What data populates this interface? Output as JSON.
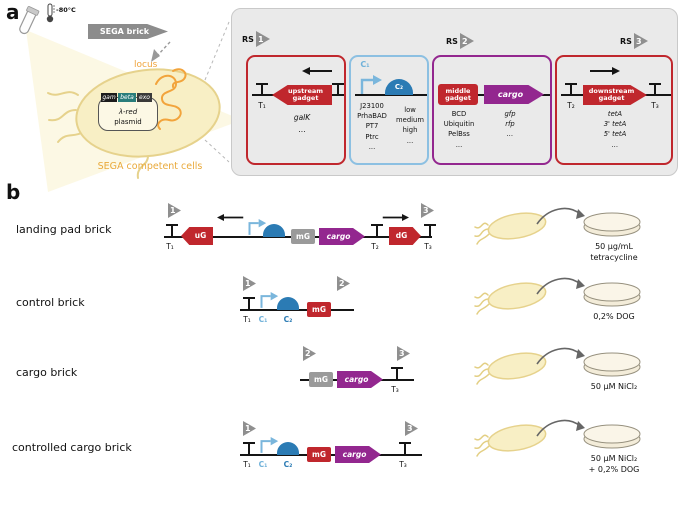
{
  "colors": {
    "red": "#c0272d",
    "purple": "#93278f",
    "blue": "#2b7bb4",
    "light_blue": "#6fb1d9",
    "gray": "#8f8f8f",
    "cell_yellow": "#f8efc5",
    "orange": "#f0a43c"
  },
  "panel_a": {
    "label": "a",
    "temp": "-80°C",
    "brick_label": "SEGA brick",
    "cell": {
      "locus": "locus",
      "genes": [
        "gam",
        "beta",
        "exo"
      ],
      "plasmid_line1": "λ-red",
      "plasmid_line2": "plasmid",
      "caption": "SEGA competent cells"
    },
    "rs": [
      {
        "prefix": "RS",
        "num": "1"
      },
      {
        "prefix": "RS",
        "num": "2"
      },
      {
        "prefix": "RS",
        "num": "3"
      }
    ],
    "upstream": {
      "t1": "T₁",
      "gadget1": "upstream",
      "gadget2": "gadget",
      "gene": "galK",
      "dots": "..."
    },
    "promoter": {
      "c1": "C₁",
      "c2": "C₂",
      "left": [
        "J23100",
        "PrhaBAD",
        "PT7",
        "Ptrc",
        "..."
      ],
      "right": [
        "low",
        "medium",
        "high",
        "..."
      ]
    },
    "middle": {
      "gadget1": "middle",
      "gadget2": "gadget",
      "list": [
        "BCD",
        "Ubiquitin",
        "PelBss",
        "..."
      ],
      "cargo": "cargo",
      "cargo_list": [
        "gfp",
        "rfp",
        "..."
      ]
    },
    "downstream": {
      "t2": "T₂",
      "gadget1": "downstream",
      "gadget2": "gadget",
      "t3": "T₃",
      "list": [
        "tetA",
        "3' tetA",
        "5' tetA",
        "..."
      ]
    }
  },
  "panel_b": {
    "label": "b",
    "rows": [
      {
        "name": "landing pad brick",
        "markers": [
          "1",
          "3"
        ],
        "t1": "T₁",
        "uG": "uG",
        "mG": "mG",
        "cargo": "cargo",
        "t2": "T₂",
        "dG": "dG",
        "t3": "T₃",
        "cond1": "50 μg/mL",
        "cond2": "tetracycline"
      },
      {
        "name": "control brick",
        "markers": [
          "1",
          "2"
        ],
        "t1": "T₁",
        "c1": "C₁",
        "c2": "C₂",
        "mG": "mG",
        "cond1": "0,2% DOG",
        "cond2": ""
      },
      {
        "name": "cargo brick",
        "markers": [
          "2",
          "3"
        ],
        "mG": "mG",
        "cargo": "cargo",
        "t3": "T₃",
        "cond1": "50 μM NiCl₂",
        "cond2": ""
      },
      {
        "name": "controlled cargo brick",
        "markers": [
          "1",
          "3"
        ],
        "t1": "T₁",
        "c1": "C₁",
        "c2": "C₂",
        "mG": "mG",
        "cargo": "cargo",
        "t3": "T₃",
        "cond1": "50 μM NiCl₂",
        "cond2": "+ 0,2% DOG"
      }
    ]
  }
}
